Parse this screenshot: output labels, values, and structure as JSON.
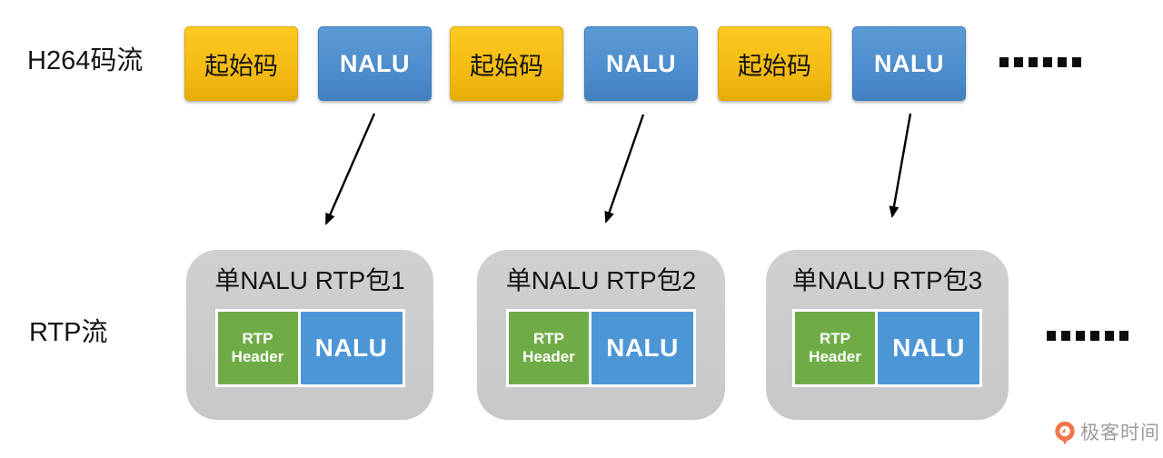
{
  "diagram": {
    "h264_row": {
      "label": "H264码流",
      "items": [
        {
          "label": "起始码",
          "type": "start-code"
        },
        {
          "label": "NALU",
          "type": "nalu"
        },
        {
          "label": "起始码",
          "type": "start-code"
        },
        {
          "label": "NALU",
          "type": "nalu"
        },
        {
          "label": "起始码",
          "type": "start-code"
        },
        {
          "label": "NALU",
          "type": "nalu"
        }
      ],
      "ellipsis": "……"
    },
    "rtp_row": {
      "label": "RTP流",
      "packets": [
        {
          "title": "单NALU RTP包1",
          "header": "RTP Header",
          "payload": "NALU"
        },
        {
          "title": "单NALU RTP包2",
          "header": "RTP Header",
          "payload": "NALU"
        },
        {
          "title": "单NALU RTP包3",
          "header": "RTP Header",
          "payload": "NALU"
        }
      ],
      "ellipsis": "……"
    }
  },
  "branding": {
    "logo_text": "极客时间"
  },
  "icons": {
    "ellipsis_top": "six-black-squares",
    "ellipsis_bottom": "six-black-squares",
    "arrows": "nalu-to-rtp-packet-mapping-arrows",
    "logo_mark": "geektime-orange-ring"
  },
  "colors": {
    "start_code_yellow": "#F3BA13",
    "nalu_blue": "#4C8CCB",
    "rtp_header_green": "#6FAC47",
    "payload_blue": "#4D96D6",
    "packet_gray": "#CBCBCB",
    "arrow_black": "#000000",
    "logo_orange": "#F1764B",
    "logo_text_gray": "#9C9C9C"
  }
}
